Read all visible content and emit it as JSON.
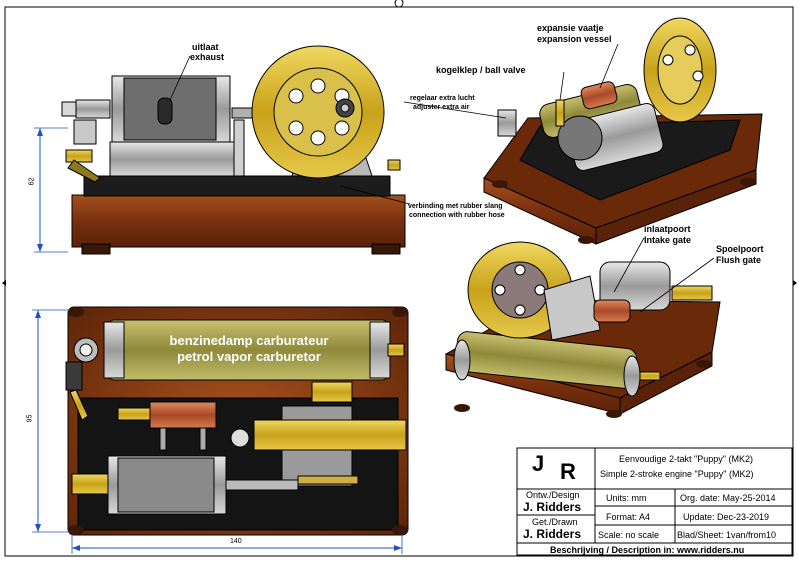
{
  "labels": {
    "exhaust_nl": "uitlaat",
    "exhaust_en": "exhaust",
    "expansion_nl": "expansie vaatje",
    "expansion_en": "expansion vessel",
    "ballvalve": "kogelklep / ball valve",
    "adjuster_nl": "regelaar extra lucht",
    "adjuster_en": "adjuster extra air",
    "hose_nl": "verbinding met rubber slang",
    "hose_en": "connection with rubber hose",
    "intake_nl": "inlaatpoort",
    "intake_en": "Intake gate",
    "flush_nl": "Spoelpoort",
    "flush_en": "Flush gate",
    "carb_nl": "benzinedamp carburateur",
    "carb_en": "petrol vapor carburetor"
  },
  "dimensions": {
    "height_front": "62",
    "depth_top": "95",
    "width_top": "140"
  },
  "title_block": {
    "logo_j": "J",
    "logo_r": "R",
    "title_nl": "Eenvoudige 2-takt \"Puppy\" (MK2)",
    "title_en": "Simple 2-stroke engine \"Puppy\" (MK2)",
    "design_label": "Ontw./Design",
    "design_name": "J. Ridders",
    "drawn_label": "Get./Drawn",
    "drawn_name": "J. Ridders",
    "units": "Units: mm",
    "format": "Format: A4",
    "scale": "Scale: no scale",
    "org_date": "Org. date: May-25-2014",
    "update": "Update: Dec-23-2019",
    "sheet": "Blad/Sheet: 1van/from10",
    "description": "Beschrijving / Description in: www.ridders.nu"
  },
  "colors": {
    "wood": "#8a3a12",
    "brass": "#d4b21e",
    "steel": "#b8b8b8",
    "black_base": "#1a1a1a"
  }
}
